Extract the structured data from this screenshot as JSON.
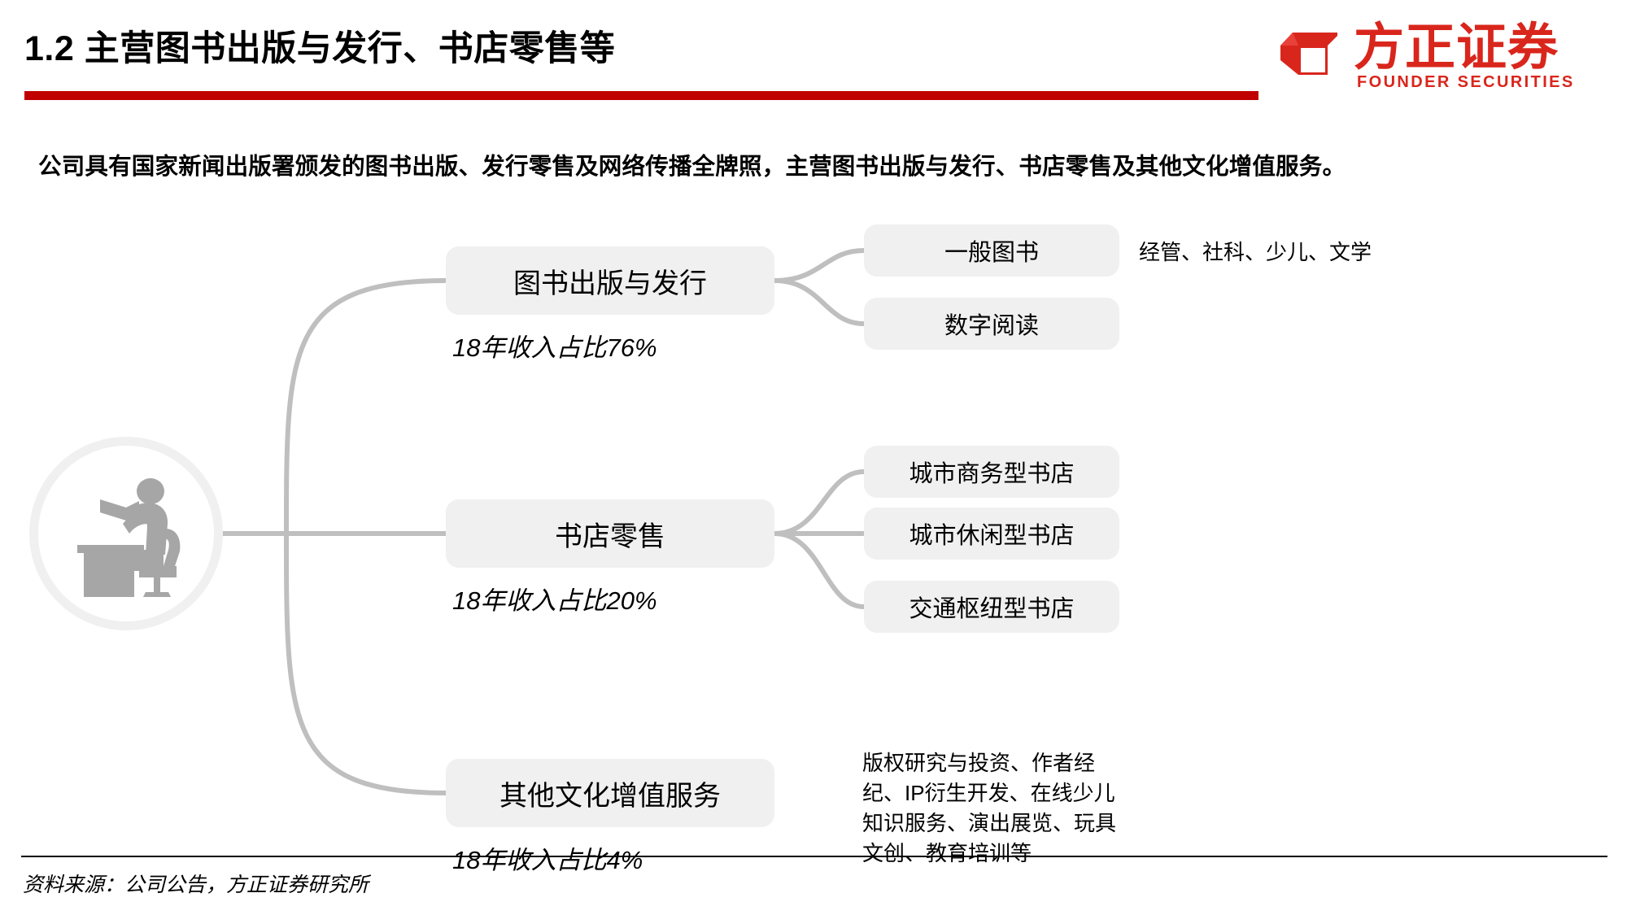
{
  "header": {
    "title": "1.2 主营图书出版与发行、书店零售等",
    "rule_color": "#c00000"
  },
  "logo": {
    "name_cn": "方正证券",
    "name_en": "FOUNDER SECURITIES",
    "color": "#d9261c"
  },
  "lead": "公司具有国家新闻出版署颁发的图书出版、发行零售及网络传播全牌照，主营图书出版与发行、书店零售及其他文化增值服务。",
  "diagram": {
    "hub_icon": "person-reading-at-desk-icon",
    "branches": [
      {
        "label": "图书出版与发行",
        "caption": "18年收入占比76%",
        "children": [
          {
            "label": "一般图书",
            "note": "经管、社科、少儿、文学"
          },
          {
            "label": "数字阅读",
            "note": ""
          }
        ]
      },
      {
        "label": "书店零售",
        "caption": "18年收入占比20%",
        "children": [
          {
            "label": "城市商务型书店",
            "note": ""
          },
          {
            "label": "城市休闲型书店",
            "note": ""
          },
          {
            "label": "交通枢纽型书店",
            "note": ""
          }
        ]
      },
      {
        "label": "其他文化增值服务",
        "caption": "18年收入占比4%",
        "children": [],
        "note": "版权研究与投资、作者经纪、IP衍生开发、在线少儿知识服务、演出展览、玩具文创、教育培训等"
      }
    ],
    "node_bg": "#f0f0f0",
    "connector_color": "#bfbfbf"
  },
  "footer": {
    "source": "资料来源：公司公告，方正证券研究所"
  }
}
